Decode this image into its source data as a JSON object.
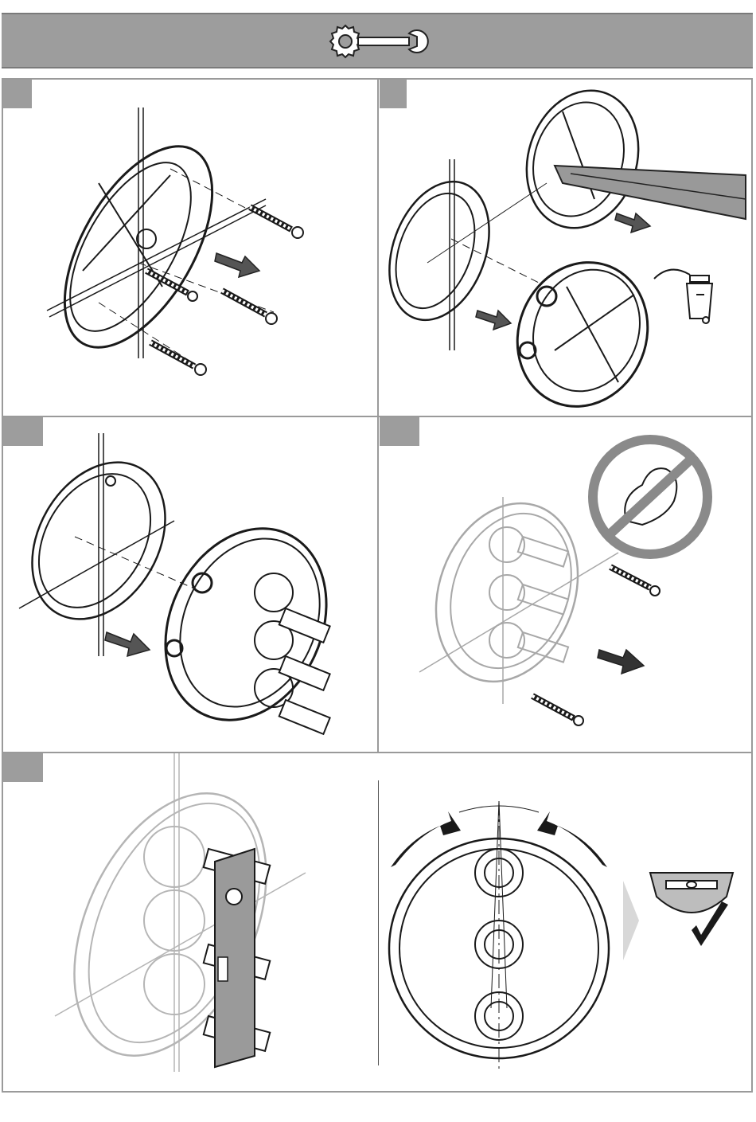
{
  "page": {
    "header_icon": "wrench-icon",
    "colors": {
      "band": "#9d9d9d",
      "line": "#9a9a9a",
      "ink": "#1a1a1a",
      "ghost": "#b5b5b5"
    }
  },
  "steps": [
    {
      "icon": "remove-screws-diagram"
    },
    {
      "icon": "cut-cover-diagram"
    },
    {
      "icon": "fit-cover-diagram"
    },
    {
      "icon": "fasten-screws-no-force-diagram"
    },
    {
      "icon": "spacer-gauge-diagram"
    },
    {
      "icon": "level-alignment-diagram"
    }
  ]
}
